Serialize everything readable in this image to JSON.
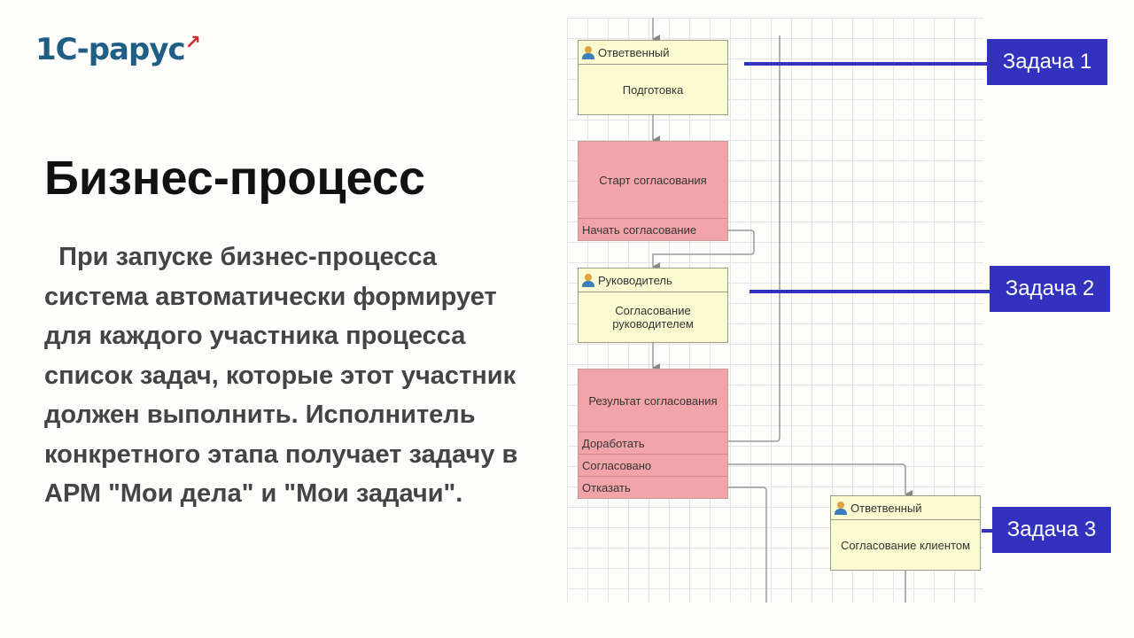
{
  "logo": {
    "text": "1С-рарус"
  },
  "slide": {
    "title": "Бизнес-процесс",
    "body": "  При запуске бизнес-процесса система автоматически формирует для каждого участника процесса список задач, которые этот участник должен выполнить. Исполнитель конкретного этапа получает задачу в АРМ \"Мои дела\" и \"Мои задачи\"."
  },
  "diagram": {
    "box1": {
      "role": "Ответвенный",
      "name": "Подготовка"
    },
    "box2": {
      "name": "Старт согласования",
      "rows": [
        "Начать согласование"
      ]
    },
    "box3": {
      "role": "Руководитель",
      "name": "Согласование руководителем"
    },
    "box4": {
      "name": "Результат согласования",
      "rows": [
        "Доработать",
        "Согласовано",
        "Отказать"
      ]
    },
    "box5": {
      "role": "Ответвенный",
      "name": "Согласование клиентом"
    },
    "tasks": [
      "Задача 1",
      "Задача 2",
      "Задача 3"
    ],
    "colors": {
      "task": "#3232bf",
      "user_task": "#fbfbd2",
      "condition": "#f3a4a8"
    }
  }
}
